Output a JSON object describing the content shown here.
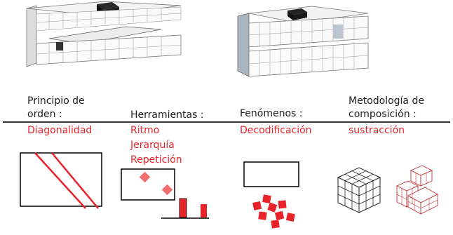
{
  "columns": [
    {
      "header_line1": "Principio de",
      "header_line2": "orden :",
      "items": [
        "Diagonalidad"
      ]
    },
    {
      "header_line1": "Herramientas :",
      "items": [
        "Ritmo",
        "Jerarquía",
        "Repetición"
      ]
    },
    {
      "header_line1": "Fenómenos :",
      "items": [
        "Decodificación"
      ]
    },
    {
      "header_line1": "Metodología de",
      "header_line2": "composición :",
      "items": [
        "sustracción"
      ]
    }
  ],
  "colors": {
    "accent": "#e8242a",
    "text": "#222222",
    "model_white": "#f2f2f2",
    "model_shade": "#a9b6c2",
    "model_dark": "#1a1a1a"
  }
}
